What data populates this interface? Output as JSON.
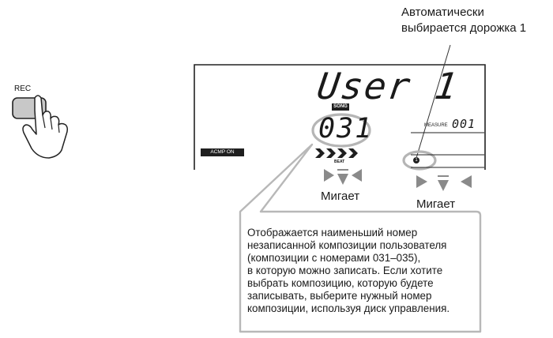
{
  "rec_button": {
    "label": "REC"
  },
  "display": {
    "top_text": "User 1",
    "song_badge": "SONG",
    "song_number": "031",
    "measure_label": "MEASURE",
    "measure_value": "001",
    "acmp_badge": "ACMP ON",
    "beat_label": "BEAT",
    "track_number": "1"
  },
  "annotations": {
    "auto_track": [
      "Автоматически",
      "выбирается дорожка 1"
    ],
    "blink_left": "Мигает",
    "blink_right": "Мигает",
    "callout": [
      "Отображается наименьший номер",
      "незаписанной композиции пользователя",
      "(композиции с номерами 031–035),",
      "в которую можно записать. Если хотите",
      "выбрать композицию, которую будете",
      "записывать, выберите нужный номер",
      "композиции, используя диск управления."
    ]
  },
  "colors": {
    "highlight_ellipse": "#b5b5b5",
    "button_fill": "#c8c8c8",
    "badge": "#1f1f1f",
    "beat_arrow": "#8a8a8a"
  }
}
